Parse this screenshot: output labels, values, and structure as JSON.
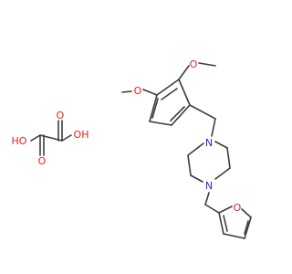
{
  "molecule": {
    "atom_labels": {
      "ethoxy_oxygen": "O",
      "methoxy_oxygen": "O",
      "piperazine_n1": "N",
      "piperazine_n4": "N",
      "furan_oxygen": "O",
      "oxalic_o_carbonyl_1": "O",
      "oxalic_o_carbonyl_2": "O",
      "oxalic_oh_1": "HO",
      "oxalic_oh_2": "OH"
    },
    "colors": {
      "bond": "#3c3c3c",
      "oxygen": "#e8201c",
      "nitrogen": "#2a2ad4"
    }
  }
}
